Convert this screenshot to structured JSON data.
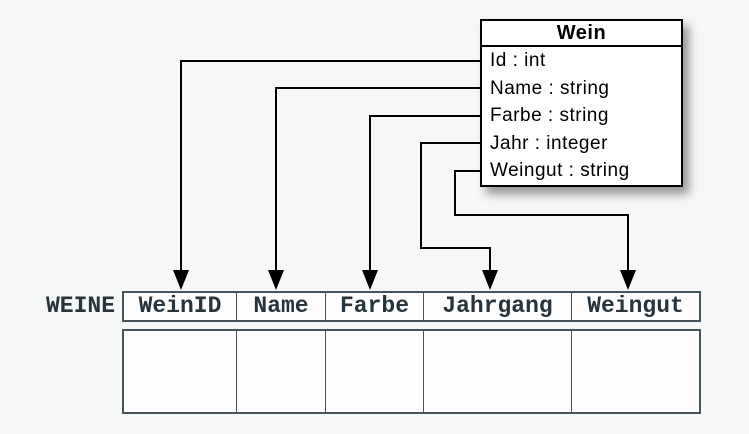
{
  "diagram": {
    "class_box": {
      "title": "Wein",
      "attributes": [
        "Id : int",
        "Name : string",
        "Farbe : string",
        "Jahr : integer",
        "Weingut : string"
      ]
    },
    "table": {
      "label": "WEINE",
      "columns": [
        "WeinID",
        "Name",
        "Farbe",
        "Jahrgang",
        "Weingut"
      ],
      "body_row": [
        "",
        "",
        "",
        "",
        ""
      ]
    },
    "mappings": [
      {
        "from": "Id",
        "to": "WeinID"
      },
      {
        "from": "Name",
        "to": "Name"
      },
      {
        "from": "Farbe",
        "to": "Farbe"
      },
      {
        "from": "Jahr",
        "to": "Jahrgang"
      },
      {
        "from": "Weingut",
        "to": "Weingut"
      }
    ],
    "colors": {
      "background": "#f6f7f7",
      "box_border": "#000000",
      "connector": "#000000",
      "table_border": "#47545b",
      "table_text": "#27343c"
    }
  }
}
